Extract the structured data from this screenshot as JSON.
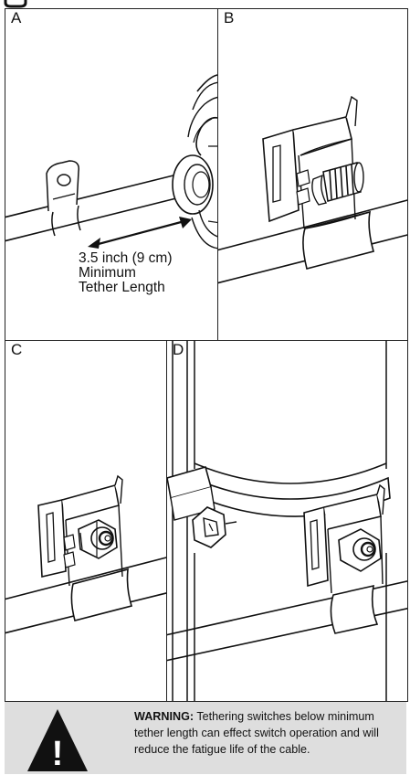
{
  "panels": {
    "a": {
      "label": "A"
    },
    "b": {
      "label": "B"
    },
    "c": {
      "label": "C"
    },
    "d": {
      "label": "D"
    }
  },
  "tether": {
    "line1": "3.5 inch (9 cm)",
    "line2": "Minimum",
    "line3": "Tether Length"
  },
  "warning": {
    "heading": "WARNING:",
    "text": " Tethering switches below minimum tether length can effect switch operation and will reduce the fatigue life of  the cable.",
    "icon_glyph": "!"
  },
  "colors": {
    "stroke": "#111111",
    "panel_border": "#222222",
    "warning_bg": "#dedede",
    "icon_fill": "#111111"
  }
}
